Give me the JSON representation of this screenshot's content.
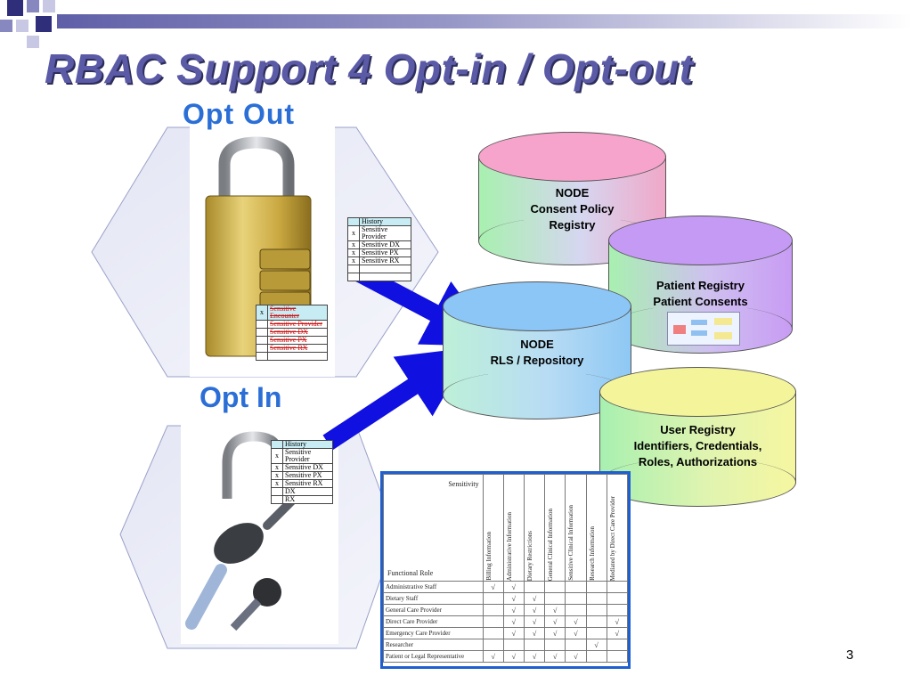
{
  "slide": {
    "title": "RBAC Support 4 Opt-in / Opt-out",
    "page_number": "3"
  },
  "opt_out": {
    "label": "Opt Out",
    "history_table": [
      {
        "mark": "",
        "text": "History"
      },
      {
        "mark": "x",
        "text": "Sensitive Provider"
      },
      {
        "mark": "x",
        "text": "Sensitive DX"
      },
      {
        "mark": "x",
        "text": "Sensitive PX"
      },
      {
        "mark": "x",
        "text": "Sensitive RX"
      },
      {
        "mark": "",
        "text": ""
      },
      {
        "mark": "",
        "text": ""
      }
    ],
    "struck_table": [
      {
        "mark": "x",
        "text": "Sensitive Encounter"
      },
      {
        "mark": "",
        "text": "Sensitive Provider"
      },
      {
        "mark": "",
        "text": "Sensitive DX"
      },
      {
        "mark": "",
        "text": "Sensitive PX"
      },
      {
        "mark": "",
        "text": "Sensitive RX"
      },
      {
        "mark": "",
        "text": ""
      }
    ]
  },
  "opt_in": {
    "label": "Opt In",
    "history_table": [
      {
        "mark": "",
        "text": "History"
      },
      {
        "mark": "x",
        "text": "Sensitive Provider"
      },
      {
        "mark": "x",
        "text": "Sensitive DX"
      },
      {
        "mark": "x",
        "text": "Sensitive PX"
      },
      {
        "mark": "x",
        "text": "Sensitive RX"
      },
      {
        "mark": "",
        "text": "DX"
      },
      {
        "mark": "",
        "text": "RX"
      }
    ]
  },
  "nodes": {
    "consent_registry": {
      "line1": "NODE",
      "line2": "Consent Policy",
      "line3": "Registry"
    },
    "patient_registry": {
      "line1": "Patient Registry",
      "line2": "Patient Consents"
    },
    "rls_repository": {
      "line1": "NODE",
      "line2": "RLS / Repository"
    },
    "user_registry": {
      "line1": "User Registry",
      "line2": "Identifiers, Credentials,",
      "line3": "Roles, Authorizations"
    }
  },
  "role_matrix": {
    "corner_top": "Sensitivity",
    "corner_bottom": "Functional Role",
    "columns": [
      "Billing Information",
      "Administrative Information",
      "Dietary Restrictions",
      "General Clinical Information",
      "Sensitive Clinical Information",
      "Research Information",
      "Mediated by Direct Care Provider"
    ],
    "rows": [
      {
        "role": "Administrative Staff",
        "checks": [
          "√",
          "√",
          "",
          "",
          "",
          "",
          ""
        ]
      },
      {
        "role": "Dietary Staff",
        "checks": [
          "",
          "√",
          "√",
          "",
          "",
          "",
          ""
        ]
      },
      {
        "role": "General Care Provider",
        "checks": [
          "",
          "√",
          "√",
          "√",
          "",
          "",
          ""
        ]
      },
      {
        "role": "Direct Care Provider",
        "checks": [
          "",
          "√",
          "√",
          "√",
          "√",
          "",
          "√"
        ]
      },
      {
        "role": "Emergency Care Provider",
        "checks": [
          "",
          "√",
          "√",
          "√",
          "√",
          "",
          "√"
        ]
      },
      {
        "role": "Researcher",
        "checks": [
          "",
          "",
          "",
          "",
          "",
          "√",
          ""
        ]
      },
      {
        "role": "Patient or Legal Representative",
        "checks": [
          "√",
          "√",
          "√",
          "√",
          "√",
          "",
          ""
        ]
      }
    ]
  },
  "colors": {
    "title": "#5a5aa6",
    "opt_label": "#2b6fd6",
    "arrow": "#1010e0",
    "matrix_border": "#1f5fd0"
  }
}
